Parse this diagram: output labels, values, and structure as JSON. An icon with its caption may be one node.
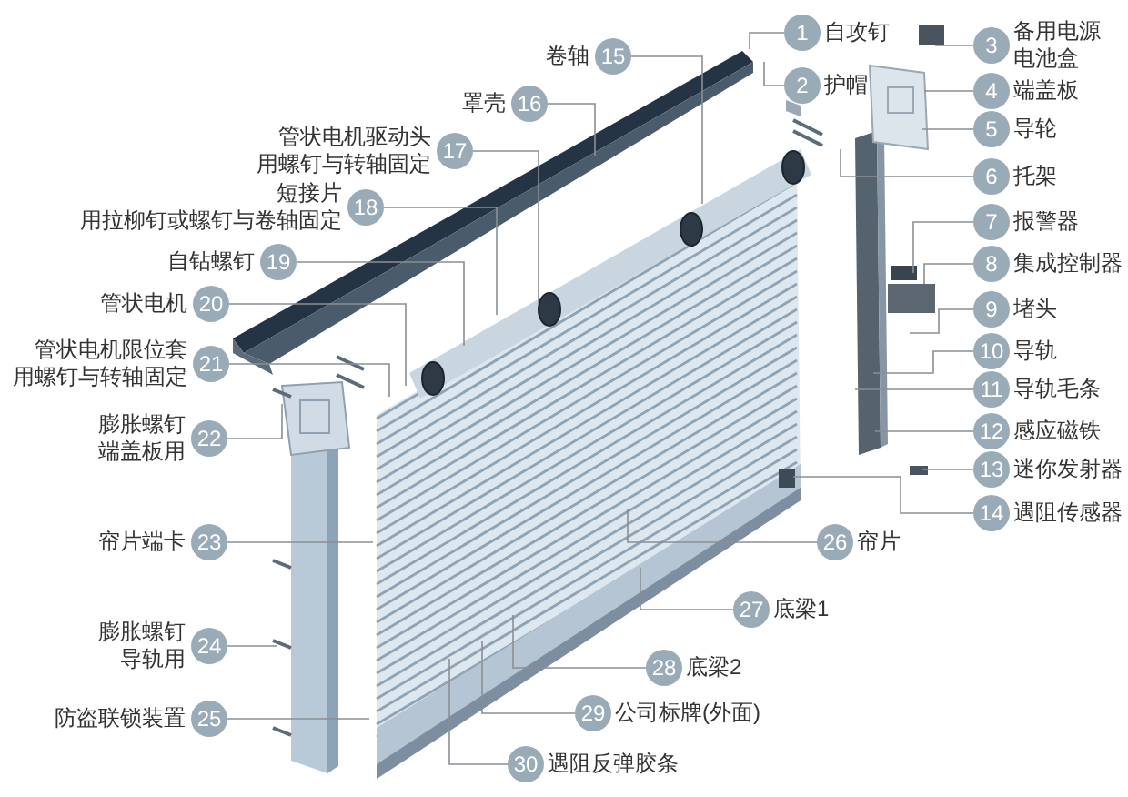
{
  "diagram": {
    "nodes": [
      {
        "text": [
          "1"
        ],
        "beside": [
          "自攻钉"
        ]
      },
      {
        "text": [
          "2"
        ],
        "beside": [
          "护帽"
        ]
      },
      {
        "text": [
          "3"
        ],
        "beside": [
          "备用电源",
          "电池盒"
        ]
      },
      {
        "text": [
          "4"
        ],
        "beside": [
          "端盖板"
        ]
      },
      {
        "text": [
          "5"
        ],
        "beside": [
          "导轮"
        ]
      },
      {
        "text": [
          "6"
        ],
        "beside": [
          "托架"
        ]
      },
      {
        "text": [
          "7"
        ],
        "beside": [
          "报警器"
        ]
      },
      {
        "text": [
          "8"
        ],
        "beside": [
          "集成控制器"
        ]
      },
      {
        "text": [
          "9"
        ],
        "beside": [
          "堵头"
        ]
      },
      {
        "text": [
          "10"
        ],
        "beside": [
          "导轨"
        ]
      },
      {
        "text": [
          "11"
        ],
        "beside": [
          "导轨毛条"
        ]
      },
      {
        "text": [
          "12"
        ],
        "beside": [
          "感应磁铁"
        ]
      },
      {
        "text": [
          "13"
        ],
        "beside": [
          "迷你发射器"
        ]
      },
      {
        "text": [
          "14"
        ],
        "beside": [
          "遇阻传感器"
        ]
      },
      {
        "text": [
          "15"
        ],
        "beside": [
          "卷轴"
        ]
      },
      {
        "text": [
          "16"
        ],
        "beside": [
          "罩壳"
        ]
      },
      {
        "text": [
          "17"
        ],
        "beside": [
          "管状电机驱动头",
          "用螺钉与转轴固定"
        ]
      },
      {
        "text": [
          "18"
        ],
        "beside": [
          "短接片",
          "用拉柳钉或螺钉与卷轴固定"
        ]
      },
      {
        "text": [
          "19"
        ],
        "beside": [
          "自钻螺钉"
        ]
      },
      {
        "text": [
          "20"
        ],
        "beside": [
          "管状电机"
        ]
      },
      {
        "text": [
          "21"
        ],
        "beside": [
          "管状电机限位套",
          "用螺钉与转轴固定"
        ]
      },
      {
        "text": [
          "22"
        ],
        "beside": [
          "膨胀螺钉",
          "端盖板用"
        ]
      },
      {
        "text": [
          "23"
        ],
        "beside": [
          "帘片端卡"
        ]
      },
      {
        "text": [
          "24"
        ],
        "beside": [
          "膨胀螺钉",
          "导轨用"
        ]
      },
      {
        "text": [
          "25"
        ],
        "beside": [
          "防盗联锁装置"
        ]
      },
      {
        "text": [
          "26"
        ],
        "beside": [
          "帘片"
        ]
      },
      {
        "text": [
          "27"
        ],
        "beside": [
          "底梁1"
        ]
      },
      {
        "text": [
          "28"
        ],
        "beside": [
          "底梁2"
        ]
      },
      {
        "text": [
          "29"
        ],
        "beside": [
          "公司标牌(外面)"
        ]
      },
      {
        "text": [
          "30"
        ],
        "beside": [
          "遇阻反弹胶条"
        ]
      }
    ],
    "edges": [
      {
        "from": 0,
        "to": null,
        "arrow": "none"
      },
      {
        "from": 1,
        "to": null,
        "arrow": "none"
      },
      {
        "from": 2,
        "to": null,
        "arrow": "none"
      },
      {
        "from": 3,
        "to": null,
        "arrow": "none"
      },
      {
        "from": 4,
        "to": null,
        "arrow": "none"
      },
      {
        "from": 5,
        "to": null,
        "arrow": "none"
      },
      {
        "from": 6,
        "to": null,
        "arrow": "none"
      },
      {
        "from": 7,
        "to": null,
        "arrow": "none"
      },
      {
        "from": 8,
        "to": null,
        "arrow": "none"
      },
      {
        "from": 9,
        "to": null,
        "arrow": "none"
      },
      {
        "from": 10,
        "to": null,
        "arrow": "none"
      },
      {
        "from": 11,
        "to": null,
        "arrow": "none"
      },
      {
        "from": 12,
        "to": null,
        "arrow": "none"
      },
      {
        "from": 13,
        "to": null,
        "arrow": "none"
      },
      {
        "from": 14,
        "to": null,
        "arrow": "none"
      },
      {
        "from": 15,
        "to": null,
        "arrow": "none"
      },
      {
        "from": 16,
        "to": null,
        "arrow": "none"
      },
      {
        "from": 17,
        "to": null,
        "arrow": "none"
      },
      {
        "from": 18,
        "to": null,
        "arrow": "none"
      },
      {
        "from": 19,
        "to": null,
        "arrow": "none"
      },
      {
        "from": 20,
        "to": null,
        "arrow": "none"
      },
      {
        "from": 21,
        "to": null,
        "arrow": "none"
      },
      {
        "from": 22,
        "to": null,
        "arrow": "none"
      },
      {
        "from": 23,
        "to": null,
        "arrow": "none"
      },
      {
        "from": 24,
        "to": null,
        "arrow": "none"
      },
      {
        "from": 25,
        "to": null,
        "arrow": "none"
      },
      {
        "from": 26,
        "to": null,
        "arrow": "none"
      },
      {
        "from": 27,
        "to": null,
        "arrow": "none"
      },
      {
        "from": 28,
        "to": null,
        "arrow": "none"
      },
      {
        "from": 29,
        "to": null,
        "arrow": "none"
      }
    ]
  }
}
